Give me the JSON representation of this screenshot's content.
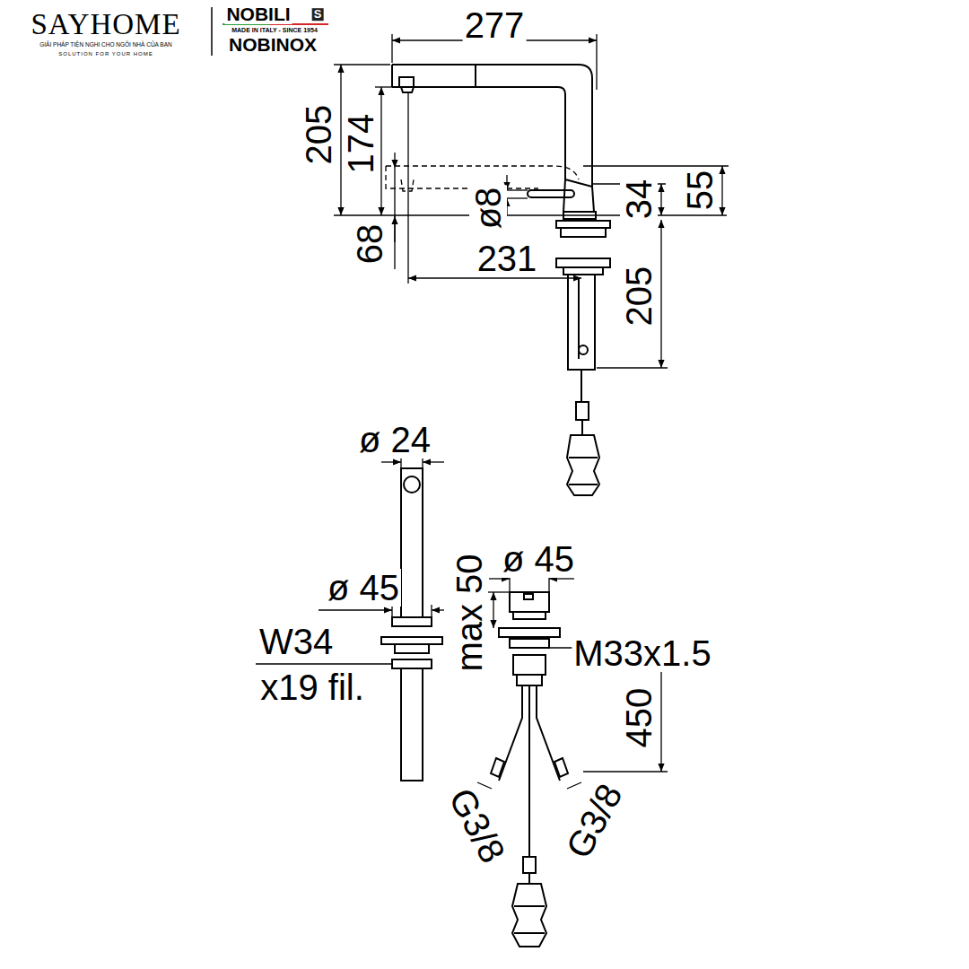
{
  "diagram": {
    "labels": [
      "SAYHOME",
      "GIẢI PHÁP TIỆN NGHI CHO NGÔI NHÀ CỦA BẠN",
      "SOLUTION FOR YOUR HOME",
      "NOBILI",
      "S",
      "MADE IN ITALY - SINCE 1954",
      "NOBINOX",
      "277",
      "205",
      "174",
      "68",
      "ø8",
      "34",
      "55",
      "231",
      "205",
      "ø 24",
      "ø 45",
      "W34",
      "x19 fil.",
      "ø 45",
      "max 50",
      "M33x1.5",
      "450",
      "G3/8",
      "G3/8"
    ]
  }
}
